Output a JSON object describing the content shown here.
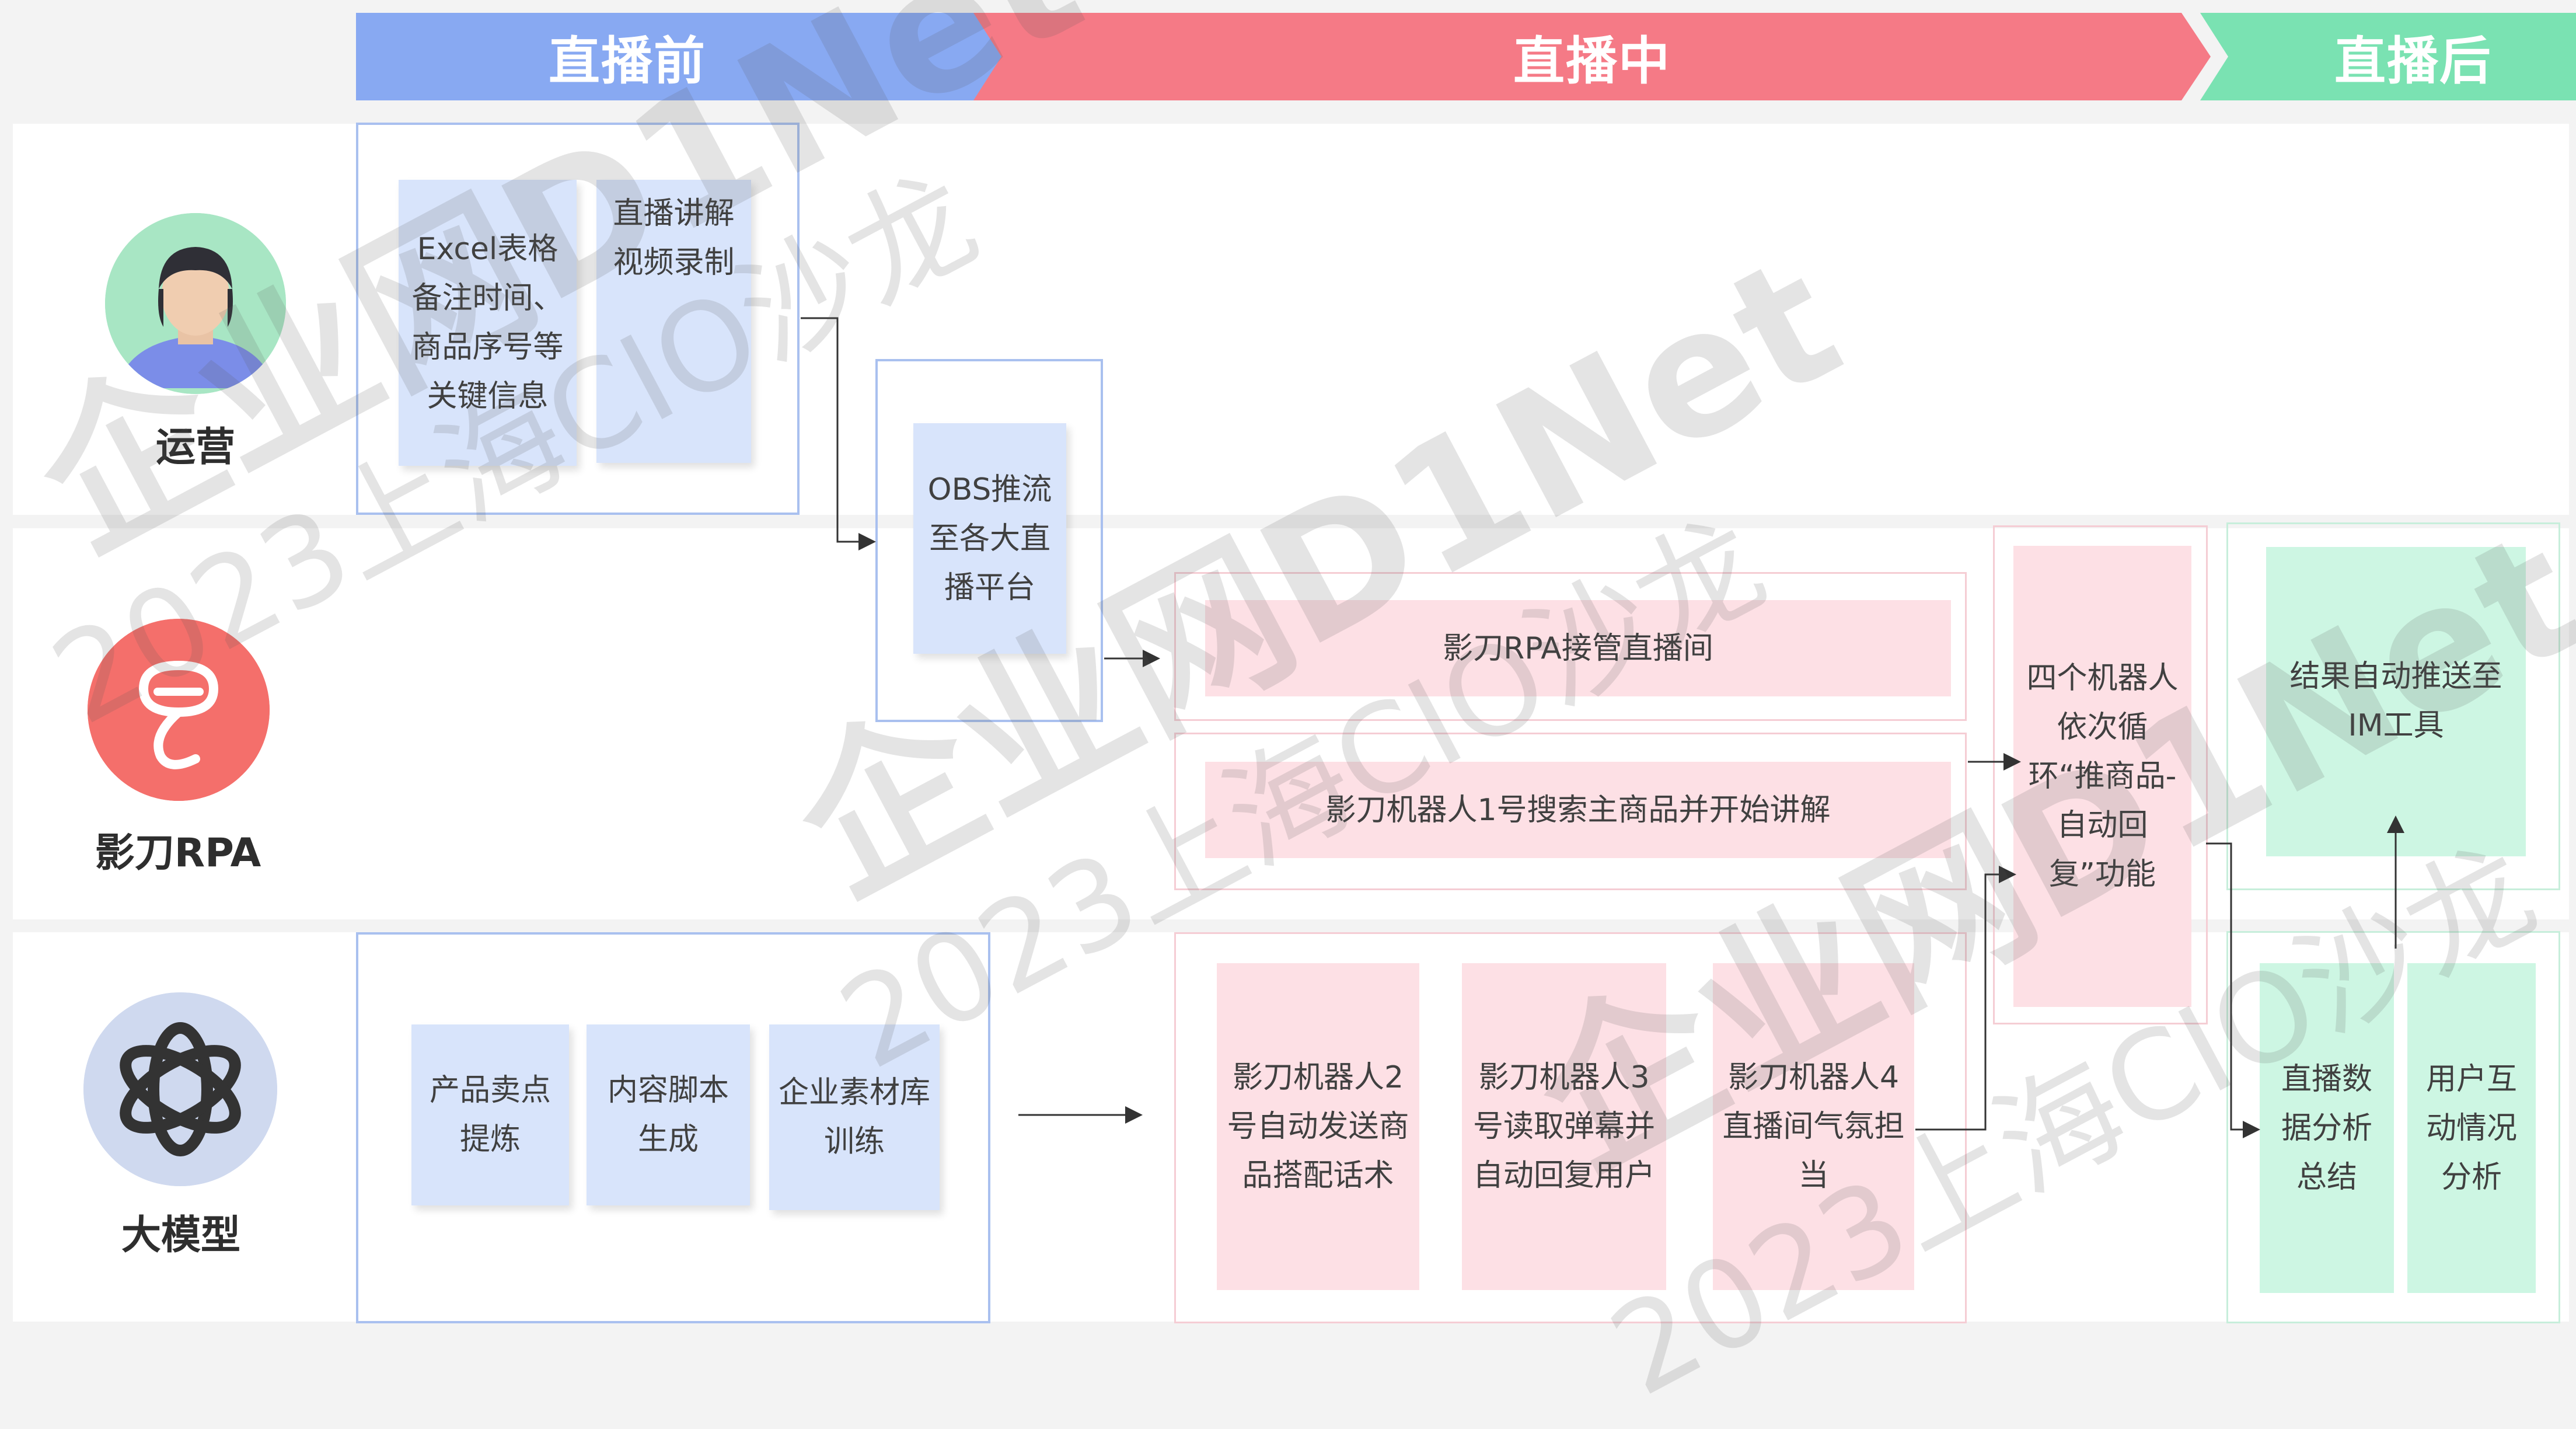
{
  "phases": {
    "pre": "直播前",
    "live": "直播中",
    "post": "直播后"
  },
  "roles": {
    "ops": "运营",
    "rpa": "影刀RPA",
    "llm": "大模型"
  },
  "boxes": {
    "excel_notes": "Excel表格备注时间、商品序号等关键信息",
    "video_record": "直播讲解视频录制",
    "obs_push": "OBS推流至各大直播平台",
    "rpa_takeover": "影刀RPA接管直播间",
    "robot1": "影刀机器人1号搜索主商品并开始讲解",
    "four_robots": "四个机器人依次循环“推商品-自动回复”功能",
    "auto_push_im": "结果自动推送至IM工具",
    "product_points": "产品卖点提炼",
    "script_gen": "内容脚本生成",
    "material_train": "企业素材库训练",
    "robot2": "影刀机器人2号自动发送商品搭配话术",
    "robot3": "影刀机器人3号读取弹幕并自动回复用户",
    "robot4": "影刀机器人4直播间气氛担当",
    "live_data": "直播数据分析总结",
    "user_interaction": "用户互动情况分析"
  },
  "watermarks": {
    "brand": "企业网D1Net",
    "event": "2023上海CIO沙龙"
  },
  "colors": {
    "pre": "#88a9f2",
    "live": "#f57a86",
    "post": "#7ae2b2",
    "blue_box": "#d8e4fb",
    "pink_box": "#fde0e5",
    "green_box": "#cdf6e3"
  }
}
